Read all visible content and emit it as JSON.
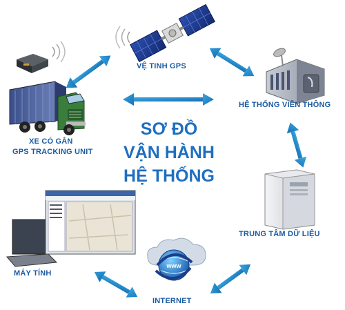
{
  "title": {
    "line1": "SƠ ĐỒ",
    "line2": "VẬN HÀNH",
    "line3": "HỆ THỐNG"
  },
  "nodes": {
    "satellite": "VỆ TINH GPS",
    "telecom": "HỆ THỐNG VIỄN THÔNG",
    "datacenter": "TRUNG TÂM DỮ LIỆU",
    "internet": "INTERNET",
    "computer": "MÁY TÍNH",
    "truck_line1": "XE CÓ GẮN",
    "truck_line2": "GPS TRACKING UNIT"
  },
  "colors": {
    "arrow": "#1f86c6",
    "label": "#1a5aa0",
    "title": "#1e6fc0"
  },
  "icons": {
    "globe_text": "www"
  }
}
